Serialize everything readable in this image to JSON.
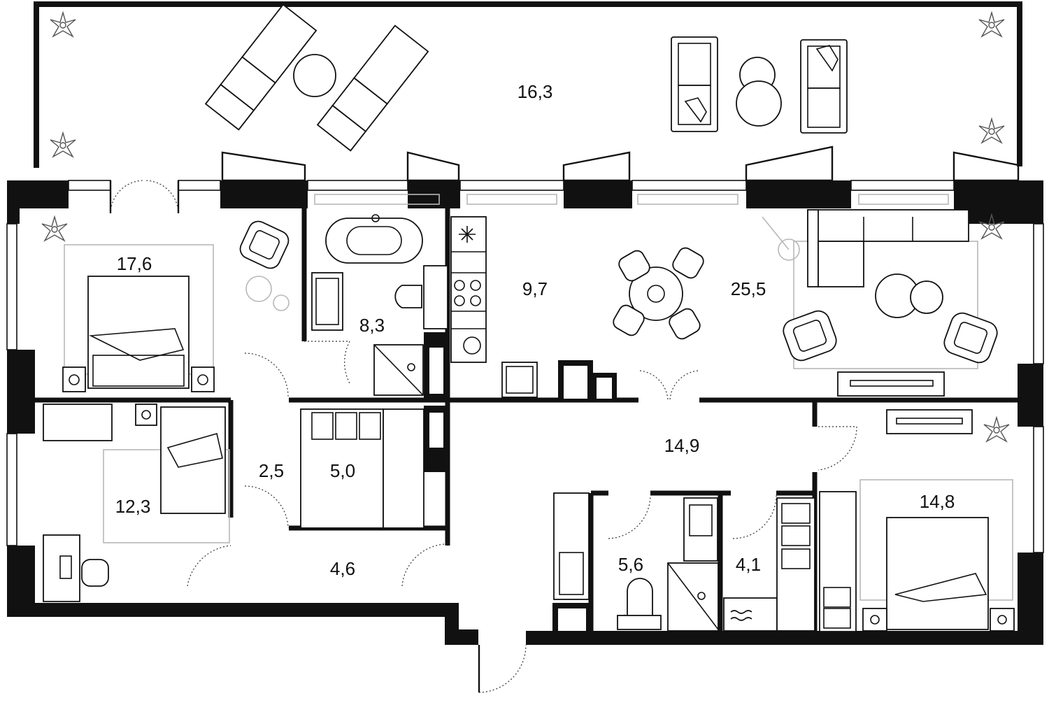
{
  "plan": {
    "rooms": [
      {
        "id": "terrace",
        "area": "16,3"
      },
      {
        "id": "bedroom-1",
        "area": "17,6"
      },
      {
        "id": "bathroom-1",
        "area": "8,3"
      },
      {
        "id": "kitchen",
        "area": "9,7"
      },
      {
        "id": "living-room",
        "area": "25,5"
      },
      {
        "id": "hall",
        "area": "14,9"
      },
      {
        "id": "bedroom-2",
        "area": "12,3"
      },
      {
        "id": "corridor",
        "area": "2,5"
      },
      {
        "id": "wardrobe",
        "area": "5,0"
      },
      {
        "id": "entrance-hall",
        "area": "4,6"
      },
      {
        "id": "bathroom-2",
        "area": "5,6"
      },
      {
        "id": "laundry",
        "area": "4,1"
      },
      {
        "id": "bedroom-3",
        "area": "14,8"
      }
    ],
    "colors": {
      "walls": "#111111",
      "background": "#ffffff",
      "rugs": "#b8b8b8"
    }
  }
}
